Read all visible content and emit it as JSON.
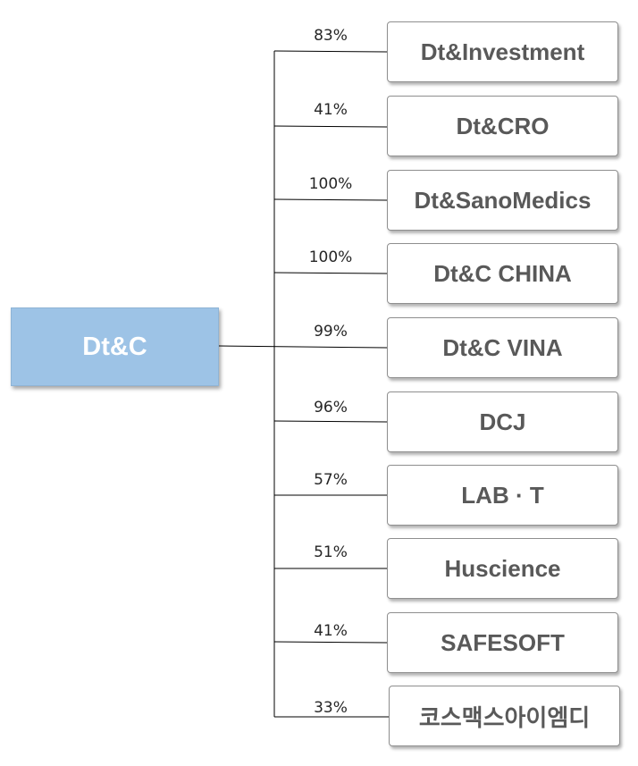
{
  "parent": {
    "label": "Dt&C"
  },
  "subsidiaries": [
    {
      "name": "Dt&Investment",
      "percent": "83%"
    },
    {
      "name": "Dt&CRO",
      "percent": "41%"
    },
    {
      "name": "Dt&SanoMedics",
      "percent": "100%"
    },
    {
      "name": "Dt&C CHINA",
      "percent": "100%"
    },
    {
      "name": "Dt&C VINA",
      "percent": "99%"
    },
    {
      "name": "DCJ",
      "percent": "96%"
    },
    {
      "name": "LAB · T",
      "percent": "57%"
    },
    {
      "name": "Huscience",
      "percent": "51%"
    },
    {
      "name": "SAFESOFT",
      "percent": "41%"
    },
    {
      "name": "코스맥스아이엠디",
      "percent": "33%"
    }
  ],
  "colors": {
    "parent_fill": "#9dc3e6",
    "parent_text": "#ffffff",
    "child_border": "#8f8f8f",
    "child_text": "#595959",
    "line": "#000000"
  }
}
